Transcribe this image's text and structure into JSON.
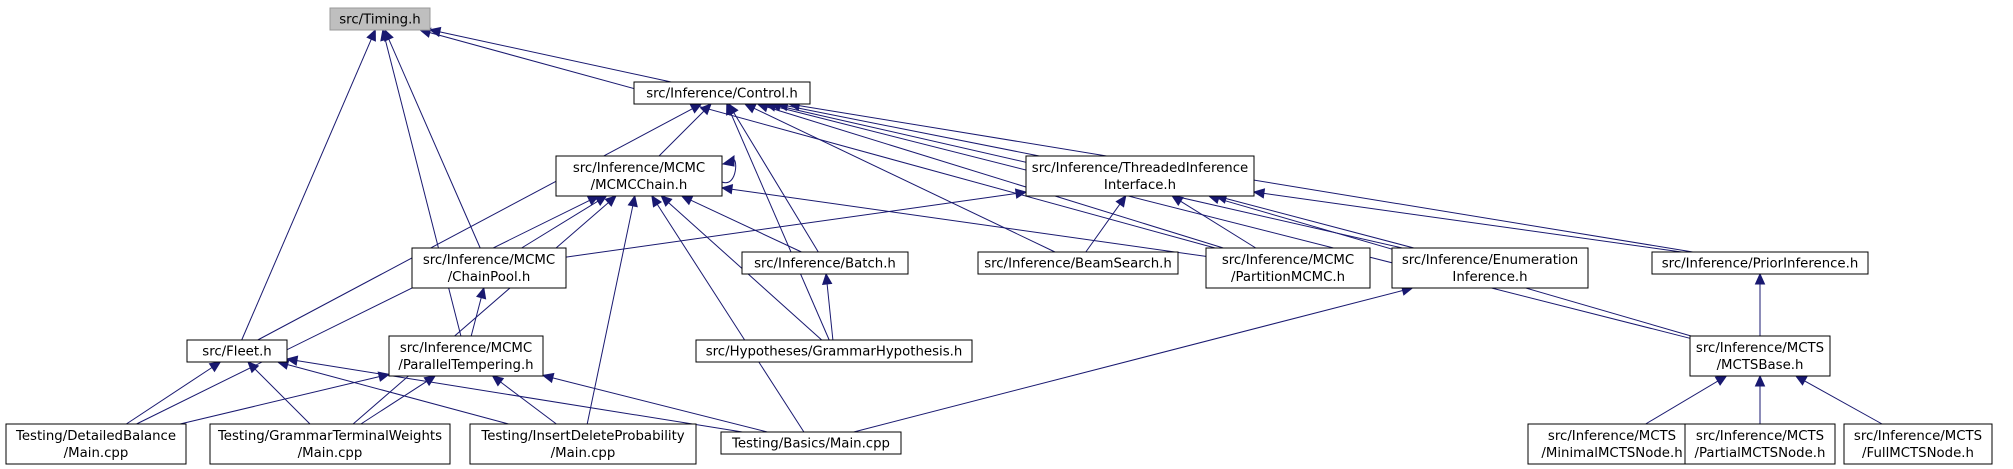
{
  "nodes": [
    {
      "id": "timing",
      "lines": [
        "src/Timing.h"
      ],
      "root": true
    },
    {
      "id": "control",
      "lines": [
        "src/Inference/Control.h"
      ]
    },
    {
      "id": "mcmcchain",
      "lines": [
        "src/Inference/MCMC",
        "/MCMCChain.h"
      ]
    },
    {
      "id": "threaded",
      "lines": [
        "src/Inference/ThreadedInference",
        "Interface.h"
      ]
    },
    {
      "id": "chainpool",
      "lines": [
        "src/Inference/MCMC",
        "/ChainPool.h"
      ]
    },
    {
      "id": "batch",
      "lines": [
        "src/Inference/Batch.h"
      ]
    },
    {
      "id": "beamsearch",
      "lines": [
        "src/Inference/BeamSearch.h"
      ]
    },
    {
      "id": "partition",
      "lines": [
        "src/Inference/MCMC",
        "/PartitionMCMC.h"
      ]
    },
    {
      "id": "enumeration",
      "lines": [
        "src/Inference/Enumeration",
        "Inference.h"
      ]
    },
    {
      "id": "prior",
      "lines": [
        "src/Inference/PriorInference.h"
      ]
    },
    {
      "id": "fleet",
      "lines": [
        "src/Fleet.h"
      ]
    },
    {
      "id": "parallel",
      "lines": [
        "src/Inference/MCMC",
        "/ParallelTempering.h"
      ]
    },
    {
      "id": "grammarhyp",
      "lines": [
        "src/Hypotheses/GrammarHypothesis.h"
      ]
    },
    {
      "id": "mctsbase",
      "lines": [
        "src/Inference/MCTS",
        "/MCTSBase.h"
      ]
    },
    {
      "id": "detailed",
      "lines": [
        "Testing/DetailedBalance",
        "/Main.cpp"
      ]
    },
    {
      "id": "gtw",
      "lines": [
        "Testing/GrammarTerminalWeights",
        "/Main.cpp"
      ]
    },
    {
      "id": "idp",
      "lines": [
        "Testing/InsertDeleteProbability",
        "/Main.cpp"
      ]
    },
    {
      "id": "basics",
      "lines": [
        "Testing/Basics/Main.cpp"
      ]
    },
    {
      "id": "minimal",
      "lines": [
        "src/Inference/MCTS",
        "/MinimalMCTSNode.h"
      ]
    },
    {
      "id": "partialnode",
      "lines": [
        "src/Inference/MCTS",
        "/PartialMCTSNode.h"
      ]
    },
    {
      "id": "fullnode",
      "lines": [
        "src/Inference/MCTS",
        "/FullMCTSNode.h"
      ]
    }
  ],
  "edges": [
    [
      "timing",
      "control"
    ],
    [
      "timing",
      "chainpool"
    ],
    [
      "timing",
      "fleet"
    ],
    [
      "timing",
      "parallel"
    ],
    [
      "timing",
      "partition"
    ],
    [
      "control",
      "mcmcchain"
    ],
    [
      "control",
      "threaded"
    ],
    [
      "control",
      "batch"
    ],
    [
      "control",
      "beamsearch"
    ],
    [
      "control",
      "partition"
    ],
    [
      "control",
      "enumeration"
    ],
    [
      "control",
      "prior"
    ],
    [
      "control",
      "mctsbase"
    ],
    [
      "control",
      "fleet"
    ],
    [
      "control",
      "grammarhyp"
    ],
    [
      "mcmcchain",
      "mcmcchain"
    ],
    [
      "mcmcchain",
      "chainpool"
    ],
    [
      "mcmcchain",
      "batch"
    ],
    [
      "mcmcchain",
      "grammarhyp"
    ],
    [
      "mcmcchain",
      "partition"
    ],
    [
      "mcmcchain",
      "detailed"
    ],
    [
      "mcmcchain",
      "gtw"
    ],
    [
      "mcmcchain",
      "idp"
    ],
    [
      "mcmcchain",
      "basics"
    ],
    [
      "threaded",
      "chainpool"
    ],
    [
      "threaded",
      "beamsearch"
    ],
    [
      "threaded",
      "partition"
    ],
    [
      "threaded",
      "enumeration"
    ],
    [
      "threaded",
      "prior"
    ],
    [
      "threaded",
      "mctsbase"
    ],
    [
      "chainpool",
      "parallel"
    ],
    [
      "batch",
      "grammarhyp"
    ],
    [
      "enumeration",
      "basics"
    ],
    [
      "prior",
      "mctsbase"
    ],
    [
      "fleet",
      "detailed"
    ],
    [
      "fleet",
      "gtw"
    ],
    [
      "fleet",
      "idp"
    ],
    [
      "fleet",
      "basics"
    ],
    [
      "parallel",
      "detailed"
    ],
    [
      "parallel",
      "gtw"
    ],
    [
      "parallel",
      "idp"
    ],
    [
      "parallel",
      "basics"
    ],
    [
      "mctsbase",
      "minimal"
    ],
    [
      "mctsbase",
      "partialnode"
    ],
    [
      "mctsbase",
      "fullnode"
    ]
  ]
}
